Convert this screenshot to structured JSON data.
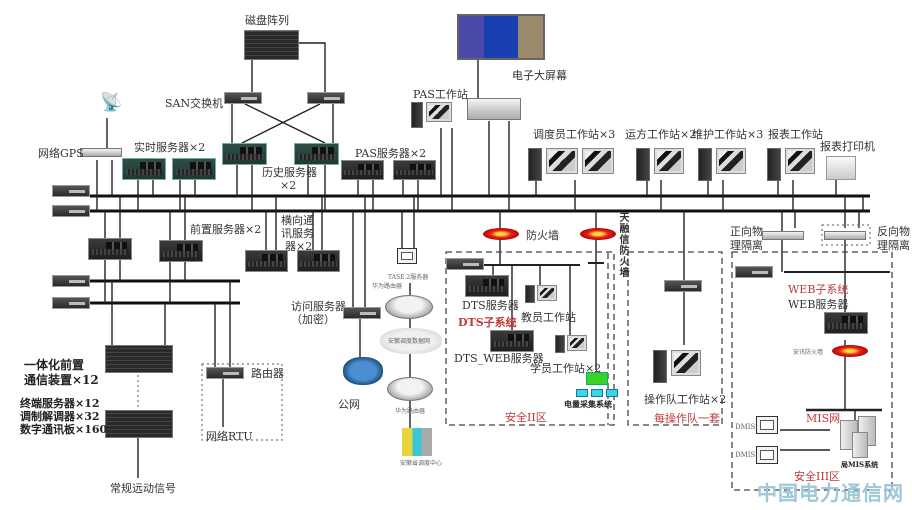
{
  "diagram": {
    "labels": {
      "disk_array": "磁盘阵列",
      "san_switch": "SAN交换机",
      "network_gps": "网络GPS",
      "realtime_servers": "实时服务器×2",
      "history_servers_1": "历史服务器",
      "history_servers_2": "×2",
      "pas_servers": "PAS服务器×2",
      "pas_workstation": "PAS工作站",
      "big_screen": "电子大屏幕",
      "dispatcher_ws": "调度员工作站×3",
      "operation_ws": "运方工作站×2",
      "maintenance_ws": "维护工作站×3",
      "report_ws": "报表工作站",
      "report_printer": "报表打印机",
      "frontend_servers": "前置服务器×2",
      "lateral_comm_1": "横向通",
      "lateral_comm_2": "讯服务",
      "lateral_comm_3": "器×2",
      "tase2_server": "TASE.2服务器",
      "huawei_router_top": "华为路由器",
      "anhui_dispatch_net": "安徽调度数据网",
      "huawei_router_bottom": "华为路由器",
      "anhui_dispatch_center": "安徽省调度中心",
      "access_server_1": "访问服务器",
      "access_server_2": "（加密）",
      "public_net": "公网",
      "firewall": "防火墙",
      "topsec_firewall": "天融信防火墙",
      "dts_server": "DTS服务器",
      "dts_subsystem": "DTS子系统",
      "instructor_ws": "教员工作站",
      "dts_web_server": "DTS_WEB服务器",
      "trainee_ws": "学员工作站×2",
      "energy_collection": "电量采集系统",
      "security_zone_2": "安全II区",
      "crew_ws": "操作队工作站×2",
      "per_crew": "每操作队一套",
      "forward_isolation_1": "正向物",
      "forward_isolation_2": "理隔离",
      "reverse_isolation_1": "反向物",
      "reverse_isolation_2": "理隔离",
      "web_subsystem": "WEB子系统",
      "web_server": "WEB服务器",
      "anxun_firewall": "安讯防火墙",
      "mis_net": "MIS网",
      "dmis_1": "DMIS",
      "dmis_2": "DMIS",
      "mis_system": "局MIS系统",
      "security_zone_3": "安全III区",
      "integrated_frontend_1": "一体化前置",
      "integrated_frontend_2": "通信装置×12",
      "terminal_servers": "终端服务器×12",
      "modems": "调制解调器×32",
      "digital_boards": "数字通讯板×160",
      "router": "路由器",
      "network_rtu": "网络RTU",
      "conventional_signal": "常规远动信号"
    },
    "watermark": "中国电力通信网"
  }
}
